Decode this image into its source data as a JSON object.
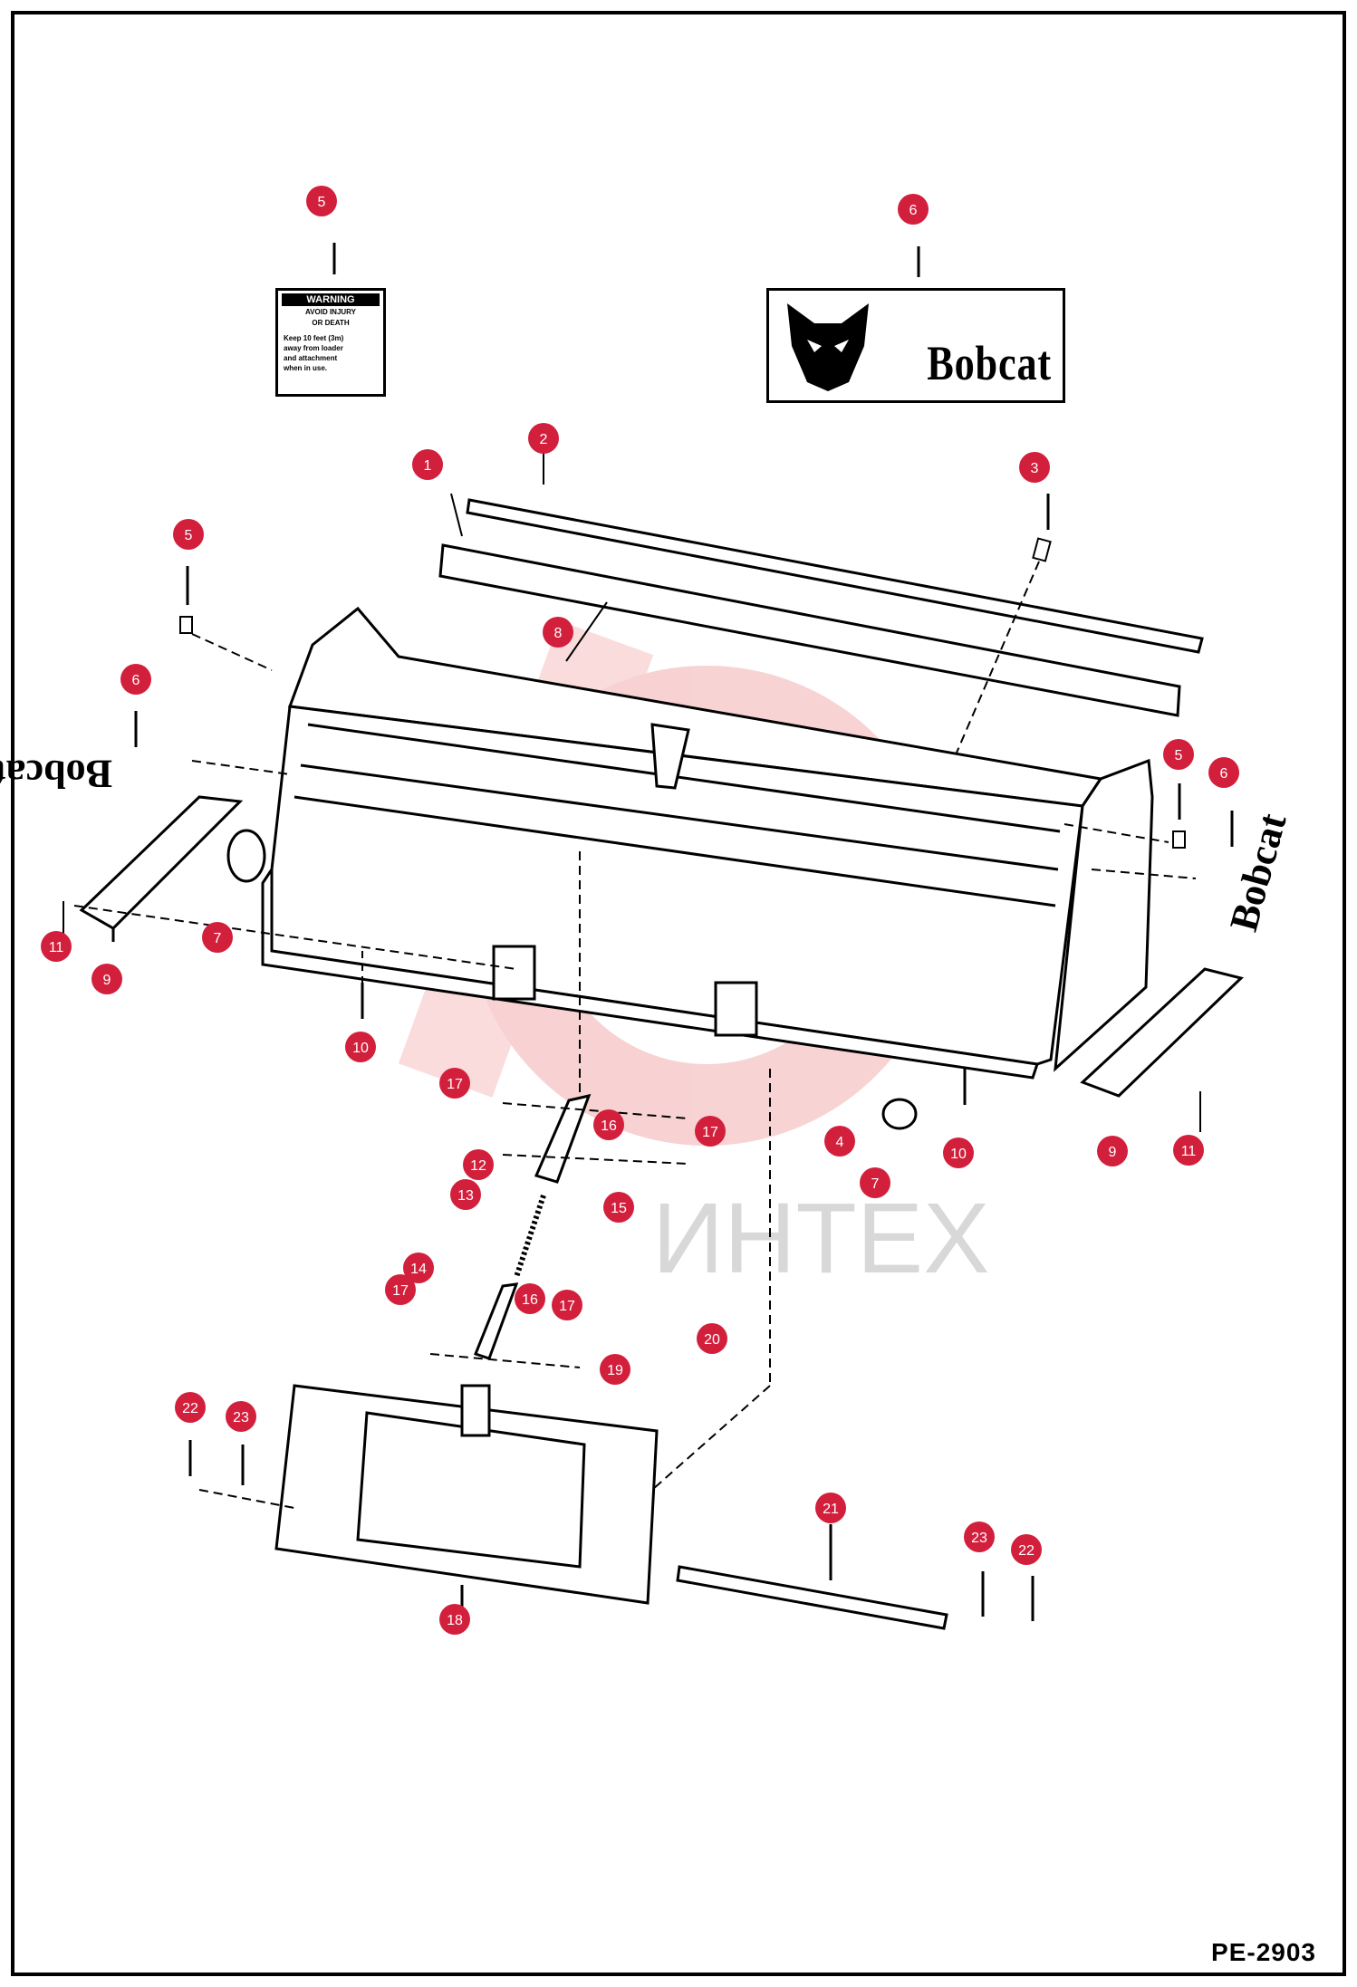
{
  "document_code": "PE-2903",
  "watermark": "ИНТЕХ",
  "brand_text": "Bobcat",
  "warning_decal": {
    "header": "WARNING",
    "line1": "AVOID INJURY",
    "line2": "OR DEATH",
    "body": [
      "Keep 10 feet (3m)",
      "away from loader",
      "and attachment",
      "when in use."
    ]
  },
  "callouts": [
    "5",
    "6",
    "1",
    "2",
    "3",
    "5",
    "8",
    "6",
    "5",
    "6",
    "7",
    "11",
    "9",
    "10",
    "4",
    "7",
    "10",
    "9",
    "11",
    "17",
    "16",
    "17",
    "12",
    "13",
    "15",
    "14",
    "17",
    "16",
    "17",
    "20",
    "19",
    "22",
    "23",
    "21",
    "23",
    "22",
    "18"
  ],
  "colors": {
    "callout": "#d21f3c",
    "line": "#000000",
    "watermark": "#f6c4c4"
  }
}
